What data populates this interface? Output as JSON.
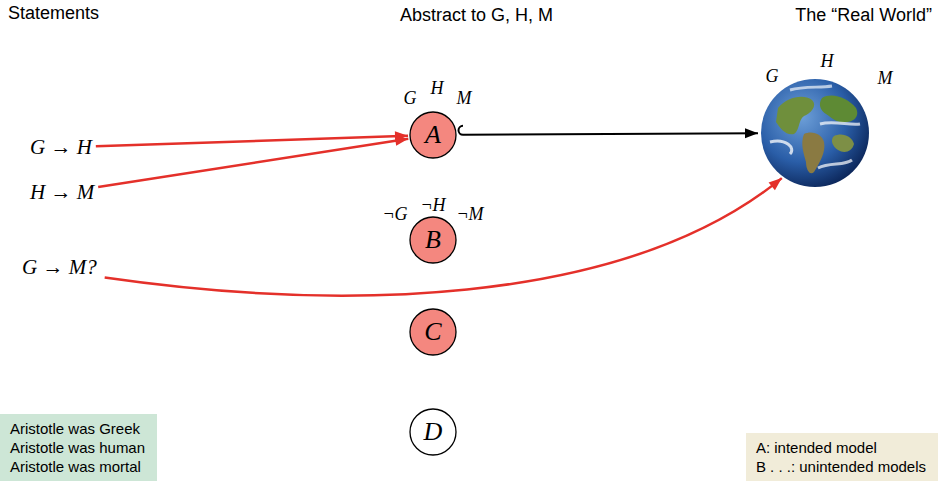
{
  "diagram": {
    "nodes": [
      {
        "text": [
          "G → H"
        ]
      },
      {
        "text": [
          "H → M"
        ]
      },
      {
        "text": [
          "G → M?"
        ]
      },
      {
        "text": [
          "G",
          "H",
          "M",
          "A"
        ]
      },
      {
        "text": [
          "¬G",
          "¬H",
          "¬M",
          "B"
        ]
      },
      {
        "text": [
          "C"
        ]
      },
      {
        "text": [
          "D"
        ]
      },
      {
        "text": [
          "G",
          "H",
          "M"
        ]
      },
      {
        "text": [
          "Aristotle was Greek",
          "Aristotle was human",
          "Aristotle was mortal"
        ]
      },
      {
        "text": [
          "A: intended model",
          "B . . .: unintended models"
        ]
      }
    ],
    "edges": [
      {
        "from": 0,
        "to": 3,
        "arrow": "to"
      },
      {
        "from": 1,
        "to": 3,
        "arrow": "to"
      },
      {
        "from": 2,
        "to": 7,
        "arrow": "to"
      },
      {
        "from": 3,
        "to": 7,
        "arrow": "to"
      }
    ],
    "labels": [
      "Statements",
      "Abstract to G, H, M",
      "The “Real World”"
    ]
  }
}
